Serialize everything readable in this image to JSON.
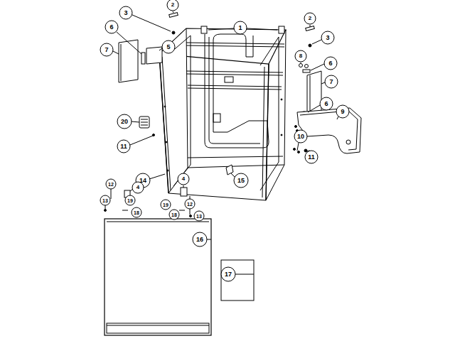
{
  "diagram": {
    "labels": [
      "2",
      "3",
      "2",
      "6",
      "1",
      "3",
      "5",
      "7",
      "8",
      "6",
      "7",
      "6",
      "9",
      "20",
      "10",
      "11",
      "11",
      "4",
      "14",
      "15",
      "12",
      "4",
      "19",
      "13",
      "12",
      "19",
      "18",
      "18",
      "13",
      "16",
      "17"
    ]
  }
}
